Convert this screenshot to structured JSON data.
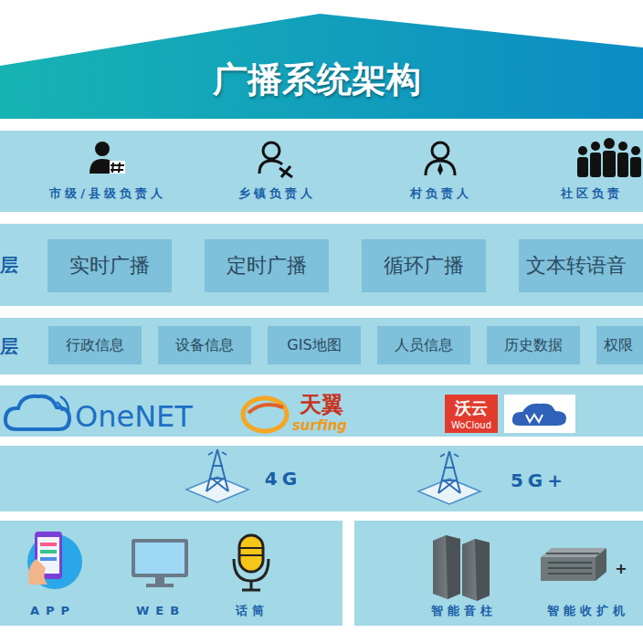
{
  "diagram": {
    "title": "广播系统架构",
    "nodes": [
      {
        "text": [
          "层"
        ]
      },
      {
        "text": [
          "实时广播"
        ],
        "in": 0
      },
      {
        "text": [
          "定时广播"
        ],
        "in": 0
      },
      {
        "text": [
          "循环广播"
        ],
        "in": 0
      },
      {
        "text": [
          "文本转语音"
        ],
        "in": 0
      },
      {
        "text": [
          "层"
        ]
      },
      {
        "text": [
          "行政信息"
        ],
        "in": 5
      },
      {
        "text": [
          "设备信息"
        ],
        "in": 5
      },
      {
        "text": [
          "GIS地图"
        ],
        "in": 5
      },
      {
        "text": [
          "人员信息"
        ],
        "in": 5
      },
      {
        "text": [
          "历史数据"
        ],
        "in": 5
      },
      {
        "text": [
          "权限"
        ],
        "in": 5
      }
    ],
    "labels": [
      "市级/县级负责人",
      "乡镇负责人",
      "村负责人",
      "社区负责",
      "OneNET",
      "天翼",
      "surfing",
      "沃云",
      "WoCloud",
      "4G",
      "5G+",
      "APP",
      "WEB",
      "话筒",
      "智能音柱",
      "智能收扩机",
      "+"
    ]
  }
}
